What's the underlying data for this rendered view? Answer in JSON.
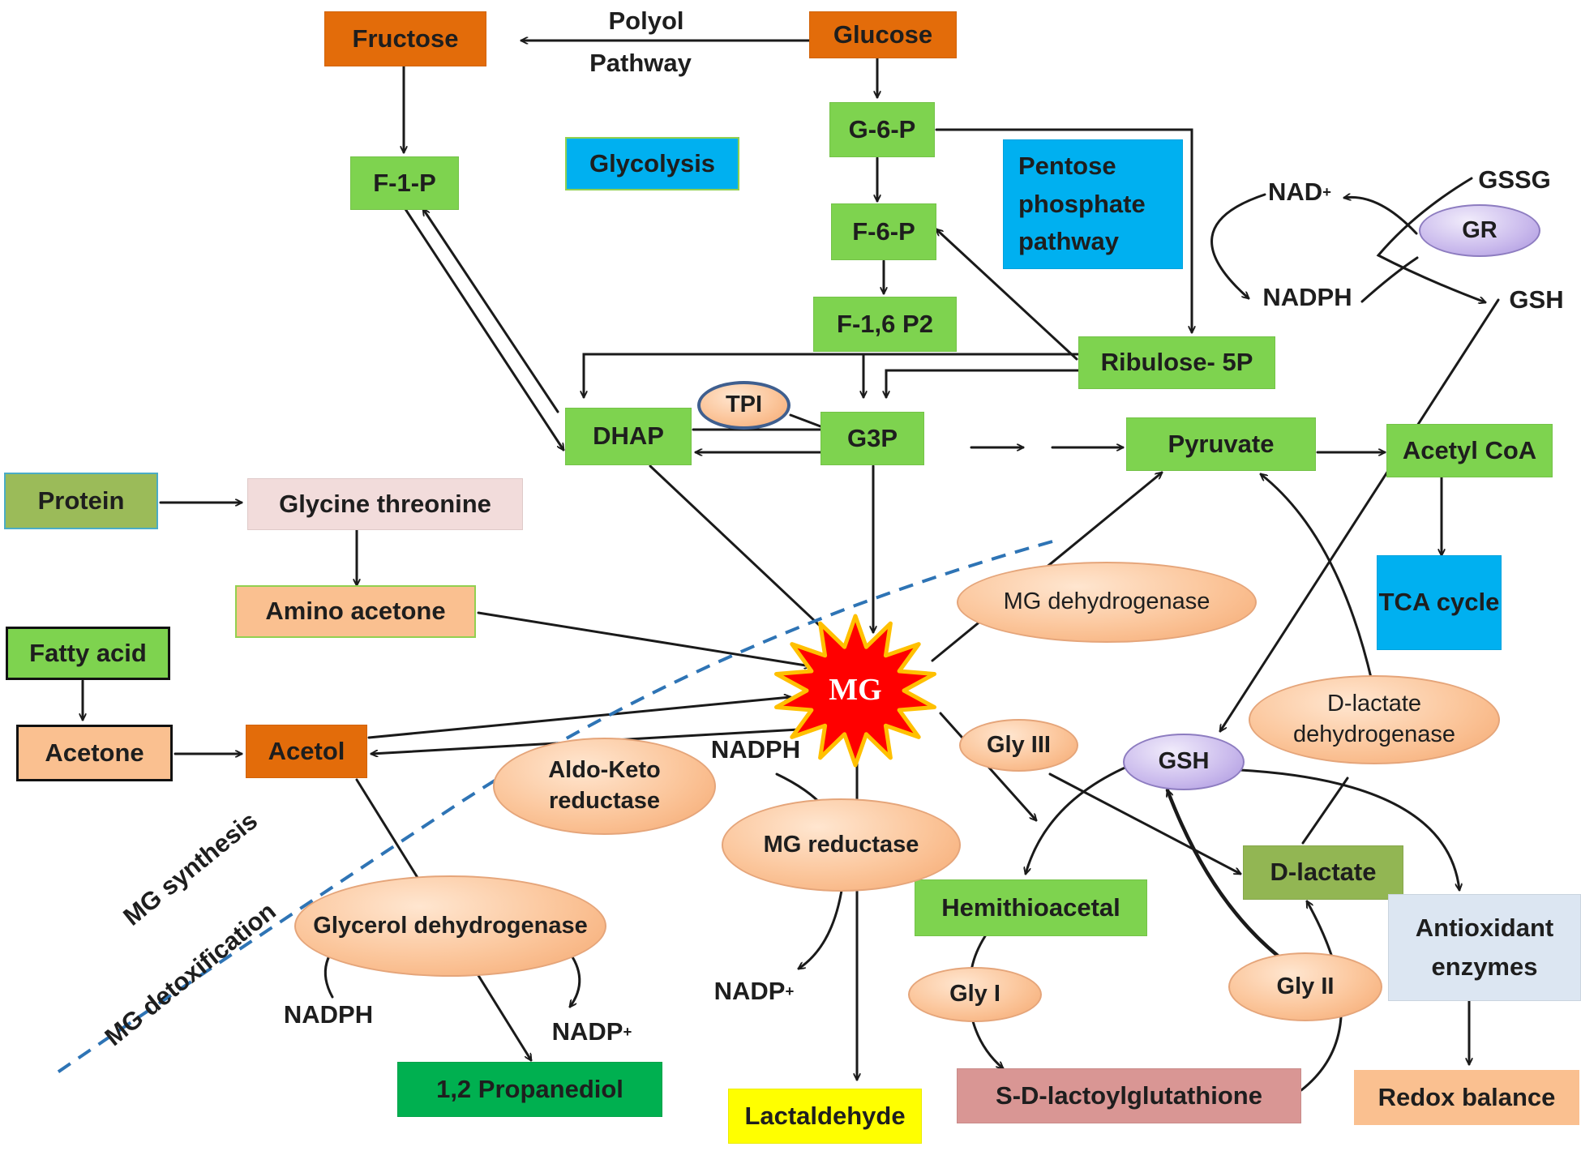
{
  "boxes": {
    "fructose": "Fructose",
    "glucose": "Glucose",
    "f1p": "F-1-P",
    "glycolysis": "Glycolysis",
    "g6p": "G-6-P",
    "f6p": "F-6-P",
    "f16p2": "F-1,6 P2",
    "pentose": "Pentose phosphate pathway",
    "ribulose": "Ribulose- 5P",
    "dhap": "DHAP",
    "g3p": "G3P",
    "pyruvate": "Pyruvate",
    "acetyl_coa": "Acetyl CoA",
    "protein": "Protein",
    "glycine_threonine": "Glycine threonine",
    "amino_acetone": "Amino acetone",
    "tca": "TCA cycle",
    "fatty_acid": "Fatty acid",
    "acetone": "Acetone",
    "acetol": "Acetol",
    "d_lactate": "D-lactate",
    "hemithioacetal": "Hemithioacetal",
    "antioxidant": "Antioxidant enzymes",
    "propanediol": "1,2 Propanediol",
    "lactaldehyde": "Lactaldehyde",
    "lactoylglutathione": "S-D-lactoylglutathione",
    "redox": "Redox balance"
  },
  "enzymes": {
    "tpi": "TPI",
    "gr": "GR",
    "mg_dehydrogenase": "MG dehydrogenase",
    "d_lactate_dehydrogenase": "D-lactate dehydrogenase",
    "gly_iii": "Gly III",
    "gsh_center": "GSH",
    "aldo_keto": "Aldo-Keto reductase",
    "mg_reductase": "MG reductase",
    "glycerol_dehydrogenase": "Glycerol dehydrogenase",
    "gly_i": "Gly I",
    "gly_ii": "Gly II"
  },
  "labels": {
    "polyol_line1": "Polyol",
    "polyol_line2": "Pathway",
    "nad_plus": "NAD",
    "nadph_right": "NADPH",
    "gssg": "GSSG",
    "gsh_right": "GSH",
    "nadph_mid": "NADPH",
    "nadp_mid": "NADP",
    "nadph_left": "NADPH",
    "nadp_left": "NADP",
    "plus": "+",
    "mg_synthesis": "MG synthesis",
    "mg_detox": "MG detoxification",
    "mg": "MG"
  },
  "colors": {
    "green": "#7ed34f",
    "orange": "#e36c0a",
    "blue": "#00b0f0",
    "mg_star": "#ff0000",
    "mg_star_border": "#ffc000",
    "dashed_line": "#2e74b5"
  }
}
